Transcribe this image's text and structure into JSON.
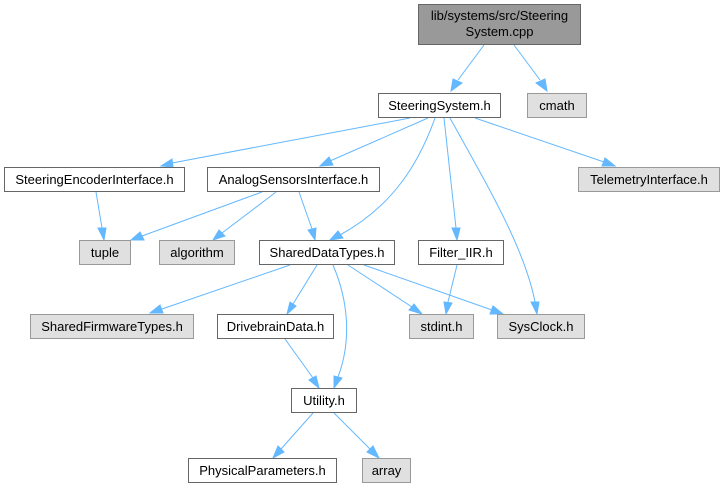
{
  "diagram": {
    "type": "include-dependency-graph",
    "colors": {
      "edge": "#63b8ff",
      "root_fill": "#999999",
      "internal_fill": "#ffffff",
      "external_fill": "#e0e0e0"
    },
    "nodes": [
      {
        "id": "root",
        "lines": [
          "lib/systems/src/Steering",
          "System.cpp"
        ],
        "kind": "root"
      },
      {
        "id": "steering_system_h",
        "lines": [
          "SteeringSystem.h"
        ],
        "kind": "internal"
      },
      {
        "id": "cmath",
        "lines": [
          "cmath"
        ],
        "kind": "external"
      },
      {
        "id": "steering_encoder_interface_h",
        "lines": [
          "SteeringEncoderInterface.h"
        ],
        "kind": "internal"
      },
      {
        "id": "analog_sensors_interface_h",
        "lines": [
          "AnalogSensorsInterface.h"
        ],
        "kind": "internal"
      },
      {
        "id": "telemetry_interface_h",
        "lines": [
          "TelemetryInterface.h"
        ],
        "kind": "external"
      },
      {
        "id": "tuple",
        "lines": [
          "tuple"
        ],
        "kind": "external"
      },
      {
        "id": "algorithm",
        "lines": [
          "algorithm"
        ],
        "kind": "external"
      },
      {
        "id": "shared_data_types_h",
        "lines": [
          "SharedDataTypes.h"
        ],
        "kind": "internal"
      },
      {
        "id": "filter_iir_h",
        "lines": [
          "Filter_IIR.h"
        ],
        "kind": "internal"
      },
      {
        "id": "shared_firmware_types_h",
        "lines": [
          "SharedFirmwareTypes.h"
        ],
        "kind": "external"
      },
      {
        "id": "drivebrain_data_h",
        "lines": [
          "DrivebrainData.h"
        ],
        "kind": "internal"
      },
      {
        "id": "stdint_h",
        "lines": [
          "stdint.h"
        ],
        "kind": "external"
      },
      {
        "id": "sysclock_h",
        "lines": [
          "SysClock.h"
        ],
        "kind": "external"
      },
      {
        "id": "utility_h",
        "lines": [
          "Utility.h"
        ],
        "kind": "internal"
      },
      {
        "id": "physical_parameters_h",
        "lines": [
          "PhysicalParameters.h"
        ],
        "kind": "internal"
      },
      {
        "id": "array",
        "lines": [
          "array"
        ],
        "kind": "external"
      }
    ],
    "edges": [
      {
        "from": "root",
        "to": "steering_system_h"
      },
      {
        "from": "root",
        "to": "cmath"
      },
      {
        "from": "steering_system_h",
        "to": "steering_encoder_interface_h"
      },
      {
        "from": "steering_system_h",
        "to": "analog_sensors_interface_h"
      },
      {
        "from": "steering_system_h",
        "to": "telemetry_interface_h"
      },
      {
        "from": "steering_system_h",
        "to": "shared_data_types_h"
      },
      {
        "from": "steering_system_h",
        "to": "filter_iir_h"
      },
      {
        "from": "steering_system_h",
        "to": "sysclock_h"
      },
      {
        "from": "steering_encoder_interface_h",
        "to": "tuple"
      },
      {
        "from": "analog_sensors_interface_h",
        "to": "tuple"
      },
      {
        "from": "analog_sensors_interface_h",
        "to": "algorithm"
      },
      {
        "from": "analog_sensors_interface_h",
        "to": "shared_data_types_h"
      },
      {
        "from": "shared_data_types_h",
        "to": "shared_firmware_types_h"
      },
      {
        "from": "shared_data_types_h",
        "to": "drivebrain_data_h"
      },
      {
        "from": "shared_data_types_h",
        "to": "stdint_h"
      },
      {
        "from": "shared_data_types_h",
        "to": "sysclock_h"
      },
      {
        "from": "shared_data_types_h",
        "to": "utility_h"
      },
      {
        "from": "filter_iir_h",
        "to": "stdint_h"
      },
      {
        "from": "drivebrain_data_h",
        "to": "utility_h"
      },
      {
        "from": "utility_h",
        "to": "physical_parameters_h"
      },
      {
        "from": "utility_h",
        "to": "array"
      }
    ]
  }
}
